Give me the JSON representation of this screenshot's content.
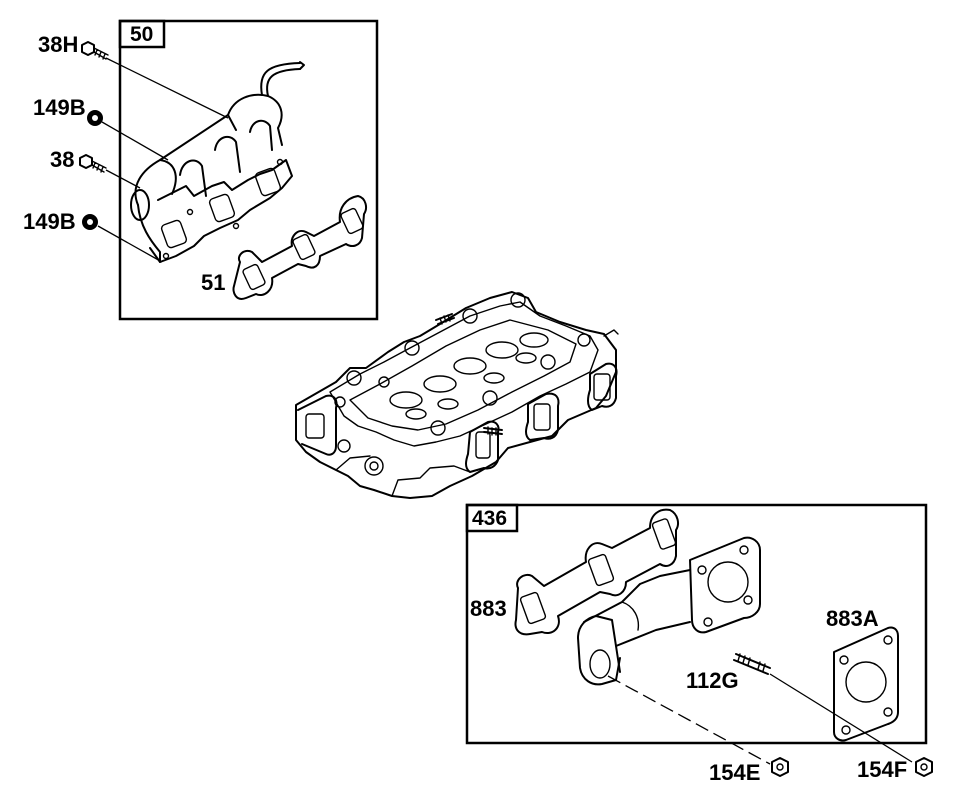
{
  "groups": {
    "top_left": {
      "number": "50"
    },
    "bottom_right": {
      "number": "436"
    }
  },
  "labels": {
    "l38H": "38H",
    "l149B_top": "149B",
    "l38": "38",
    "l149B_bottom": "149B",
    "l51": "51",
    "l883": "883",
    "l883A": "883A",
    "l112G": "112G",
    "l154E": "154E",
    "l154F": "154F"
  },
  "colors": {
    "line": "#000000",
    "background": "#ffffff"
  }
}
